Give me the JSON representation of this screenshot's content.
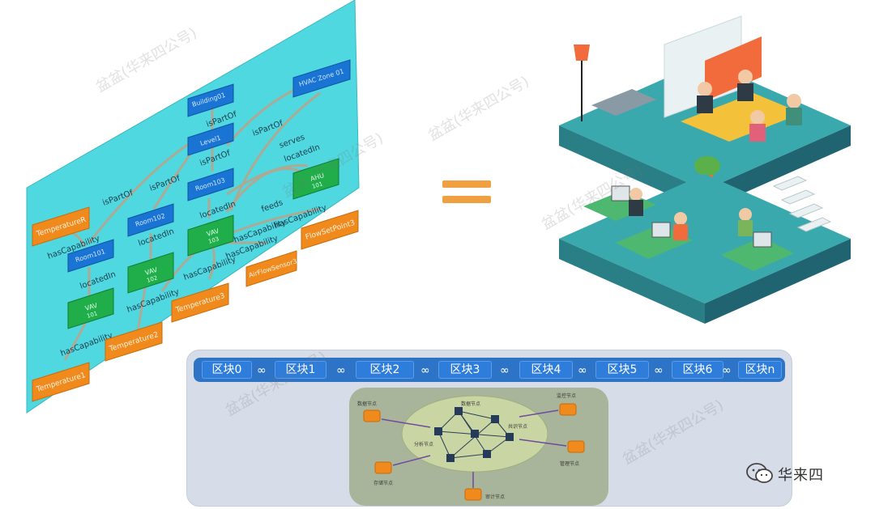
{
  "graph": {
    "nodes": {
      "building": "Building01",
      "level": "Level1",
      "room103": "Room103",
      "room102": "Room102",
      "room101": "Room101",
      "hvac_zone": "HVAC Zone 01",
      "ahu": "AHU",
      "ahu_id": "101",
      "vav103": "VAV",
      "vav103_id": "103",
      "vav102": "VAV",
      "vav102_id": "102",
      "vav101": "VAV",
      "vav101_id": "101",
      "tempR": "TemperatureR",
      "temp1": "Temperature1",
      "temp2": "Temperature2",
      "temp3": "Temperature3",
      "airflow": "AirFlowSensor3",
      "flowsp": "FlowSetPoint3"
    },
    "edges": {
      "isPartOf": "isPartOf",
      "serves": "serves",
      "locatedIn": "locatedIn",
      "feeds": "feeds",
      "hasCapability": "hasCapability"
    }
  },
  "equals_symbol": "=",
  "blockchain": {
    "blocks": [
      "区块0",
      "区块1",
      "区块2",
      "区块3",
      "区块4",
      "区块5",
      "区块6",
      "区块n"
    ],
    "nodes": {
      "collect": "数据节点",
      "consensus": "数据节点",
      "monitor": "监控节点",
      "share": "共识节点",
      "analysis": "分析节点",
      "manage": "管理节点",
      "storage": "存储节点",
      "audit": "审计节点"
    }
  },
  "brand": {
    "text": "华来四",
    "icon": "wechat-icon"
  },
  "watermark": "盆盆(华来四公号)",
  "colors": {
    "graph_bg": "#4fd6df",
    "blue_node": "#1a74d4",
    "green_node": "#1fae4a",
    "orange_node": "#f08a1c",
    "chain_bg": "#2e74c6",
    "accent": "#f0a040"
  }
}
